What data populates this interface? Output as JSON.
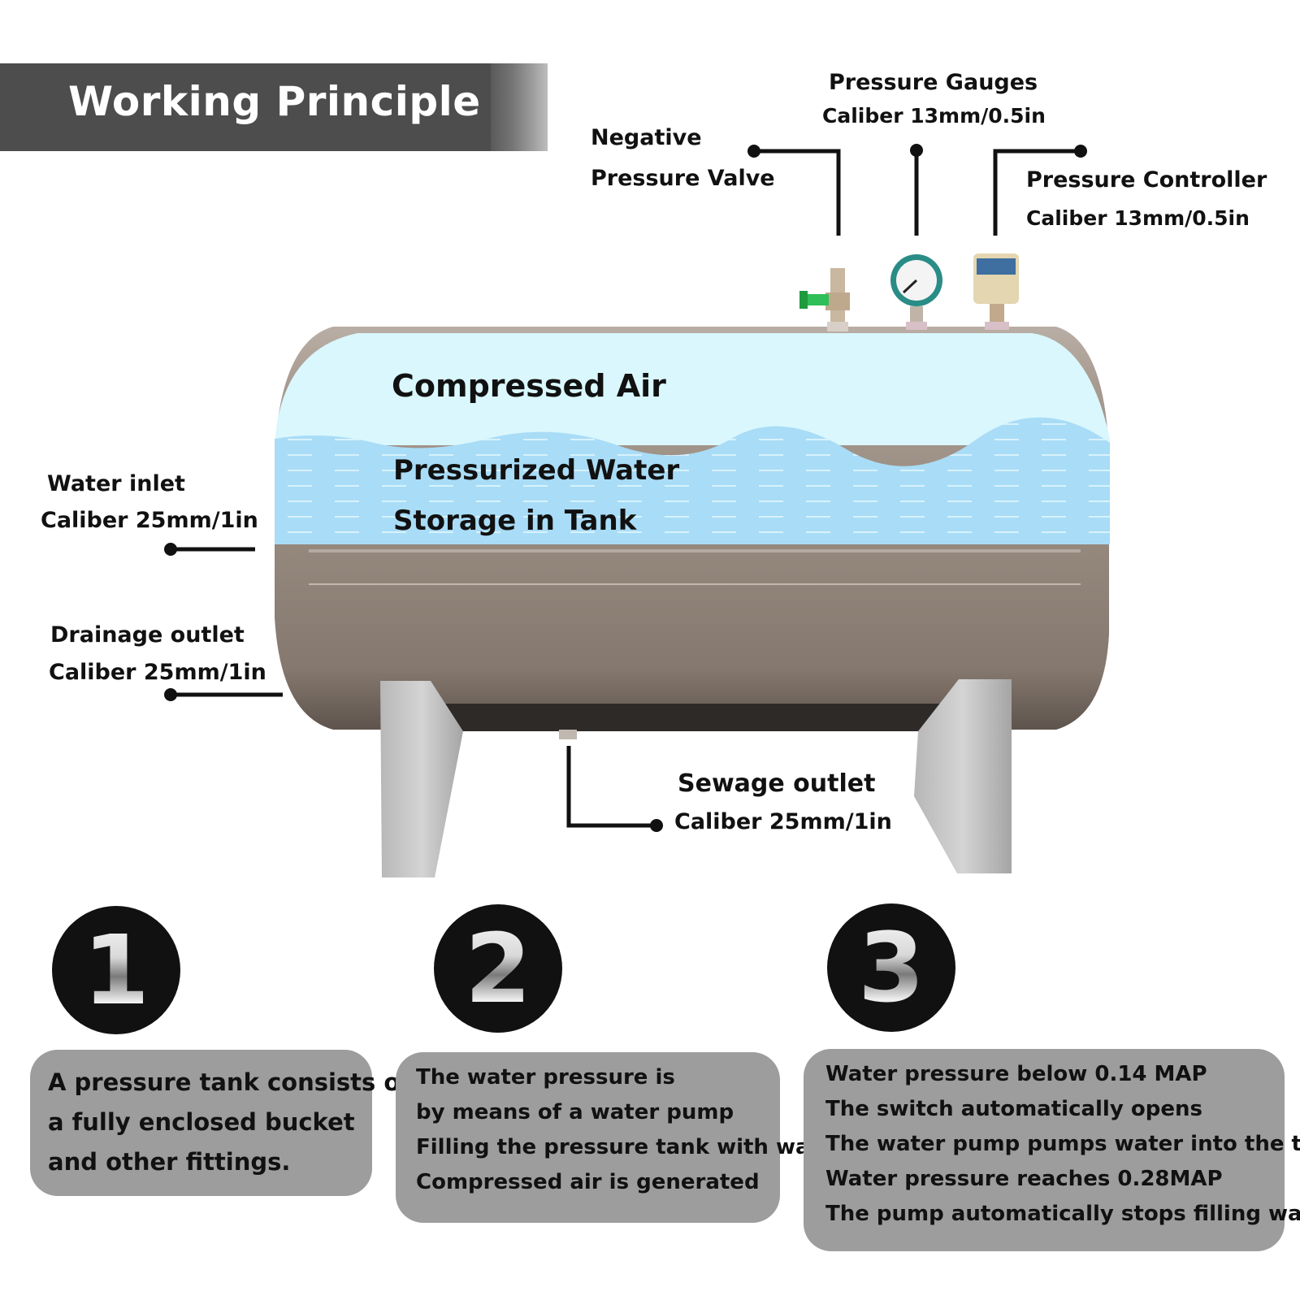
{
  "title": "Working Principle",
  "labels": {
    "negative_valve_line1": "Negative",
    "negative_valve_line2": "Pressure Valve",
    "gauges_line1": "Pressure Gauges",
    "gauges_line2": "Caliber 13mm/0.5in",
    "controller_line1": "Pressure Controller",
    "controller_line2": "Caliber 13mm/0.5in",
    "inlet_line1": "Water inlet",
    "inlet_line2": "Caliber 25mm/1in",
    "drain_line1": "Drainage outlet",
    "drain_line2": "Caliber 25mm/1in",
    "sewage_line1": "Sewage outlet",
    "sewage_line2": "Caliber 25mm/1in"
  },
  "tank": {
    "air_label": "Compressed Air",
    "water_line1": "Pressurized Water",
    "water_line2": "Storage in Tank"
  },
  "colors": {
    "banner": "#4d4d4d",
    "air": "#d9f7fd",
    "water": "#a9dcf6",
    "steel": "#9c8f84",
    "box": "#9d9d9d",
    "number_circle": "#111111"
  },
  "steps": [
    {
      "number": "1",
      "lines": [
        "A pressure tank consists of",
        "a fully enclosed bucket",
        "and other fittings."
      ]
    },
    {
      "number": "2",
      "lines": [
        "The water pressure is",
        "by means of a water pump",
        "Filling the pressure tank with water",
        "Compressed air is generated"
      ]
    },
    {
      "number": "3",
      "lines": [
        "Water pressure below 0.14 MAP",
        "The switch automatically opens",
        "The water pump pumps water into the tank.",
        "Water pressure reaches 0.28MAP",
        "The pump automatically stops filling water."
      ]
    }
  ]
}
